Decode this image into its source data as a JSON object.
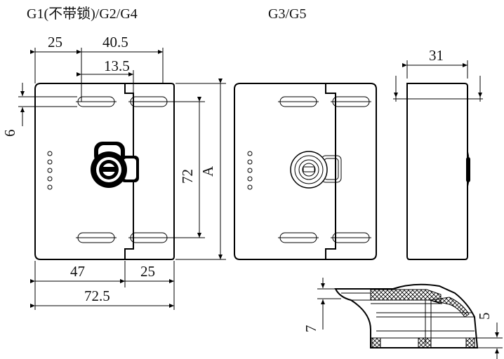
{
  "labels": {
    "left_title": "G1(不带锁)/G2/G4",
    "right_title": "G3/G5"
  },
  "dimensions": {
    "top_25": "25",
    "top_40_5": "40.5",
    "top_13_5": "13.5",
    "left_6": "6",
    "vert_72": "72",
    "vert_A": "A",
    "bottom_47": "47",
    "bottom_25": "25",
    "bottom_72_5": "72.5",
    "side_31": "31",
    "section_7": "7",
    "section_5": "5"
  }
}
